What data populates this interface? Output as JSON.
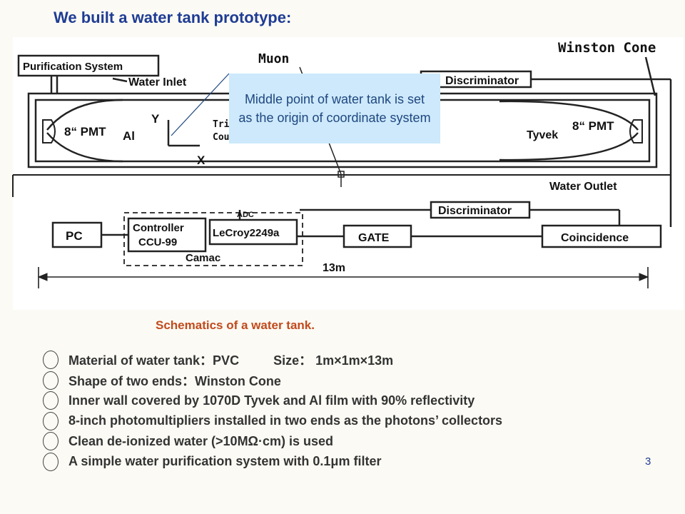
{
  "slide": {
    "title": "We built a water tank prototype:",
    "page_number": "3"
  },
  "diagram": {
    "labels": {
      "purification_system": "Purification System",
      "water_inlet": "Water Inlet",
      "muon": "Muon",
      "winston_cone": "Winston Cone",
      "discriminator_top": "Discriminator",
      "pmt_left": "8“ PMT",
      "al": "Al",
      "axis_y": "Y",
      "axis_x": "X",
      "trigger_line1": "Tri",
      "trigger_line2": "Cou",
      "tyvek": "Tyvek",
      "pmt_right": "8“ PMT",
      "water_outlet": "Water Outlet",
      "discriminator_bottom": "Discriminator",
      "pc": "PC",
      "controller_line1": "Controller",
      "controller_line2": "CCU-99",
      "adc": "ADC",
      "lecroy": "LeCroy2249a",
      "camac": "Camac",
      "gate": "GATE",
      "coincidence": "Coincidence",
      "length": "13m"
    },
    "callout": "Middle point of water tank is set as the origin of coordinate system",
    "caption": "Schematics of a water tank."
  },
  "bullets": [
    {
      "text": "Material of water tank：PVC",
      "extra": "Size： 1m×1m×13m"
    },
    {
      "text": "Shape of two ends：Winston Cone",
      "extra": ""
    },
    {
      "text": "Inner wall covered by 1070D Tyvek and Al film with 90% reflectivity",
      "extra": ""
    },
    {
      "text": "8-inch photomultipliers installed in two ends as the photons’ collectors",
      "extra": ""
    },
    {
      "text": "Clean de-ionized water (>10MΩ·cm) is used",
      "extra": ""
    },
    {
      "text": "A simple water purification system with  0.1μm  filter",
      "extra": ""
    }
  ],
  "colors": {
    "title": "#1f3c94",
    "caption": "#c24a1c",
    "callout_bg": "#cde9fb",
    "callout_text": "#1f4780"
  }
}
